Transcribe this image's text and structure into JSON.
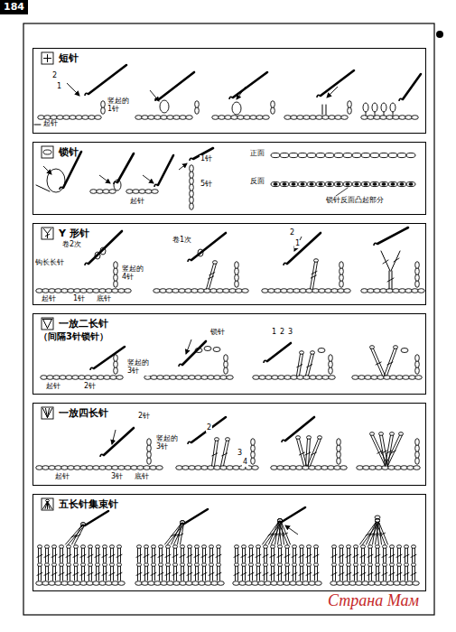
{
  "diagram": {
    "nodes": [
      {
        "text": [
          "184"
        ]
      },
      {
        "text": [
          "短针"
        ]
      },
      {
        "text": [
          "锁针"
        ]
      },
      {
        "text": [
          "Y 形针"
        ]
      },
      {
        "text": [
          "一放二长针",
          "（间隔3针锁针）"
        ]
      },
      {
        "text": [
          "一放四长针"
        ]
      },
      {
        "text": [
          "五长针集束针"
        ]
      }
    ],
    "labels": [
      "2",
      "1",
      "竖起的 1针",
      "起针",
      "起针",
      "1针",
      "5针",
      "正面",
      "反面",
      "锁针反面凸起部分",
      "卷2次",
      "钩长长针",
      "竖起的 4针",
      "起针",
      "1针",
      "底针",
      "卷1次",
      "2",
      "1",
      "竖起的 3针",
      "起针",
      "2针",
      "锁针",
      "1",
      "2",
      "3",
      "2针",
      "竖起的 3针",
      "起针",
      "3针",
      "底针",
      "2",
      "3",
      "4",
      "Страна Мам"
    ]
  }
}
